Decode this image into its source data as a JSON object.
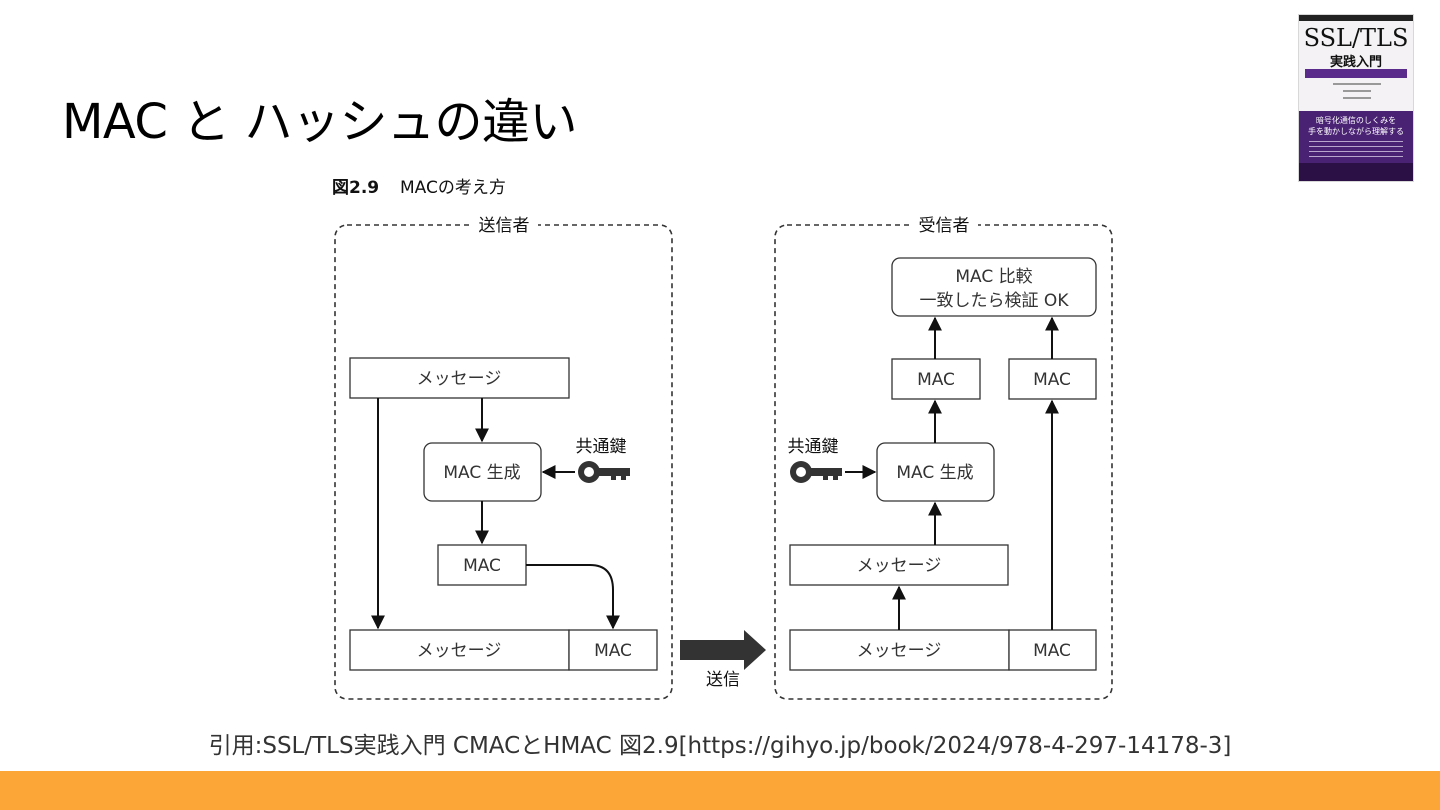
{
  "slide": {
    "title": "MAC と ハッシュの違い",
    "citation": "引用:SSL/TLS実践入門 CMACとHMAC 図2.9[https://gihyo.jp/book/2024/978-4-297-14178-3]"
  },
  "book_cover": {
    "title": "SSL/TLS",
    "subtitle": "実践入門",
    "tagline_1": "暗号化通信のしくみを",
    "tagline_2": "手を動かしながら理解する"
  },
  "figure": {
    "caption_num": "図2.9",
    "caption_text": "MACの考え方",
    "sender": {
      "label": "送信者",
      "message": "メッセージ",
      "mac_gen": "MAC 生成",
      "key": "共通鍵",
      "mac": "MAC",
      "out_message": "メッセージ",
      "out_mac": "MAC"
    },
    "transfer_label": "送信",
    "receiver": {
      "label": "受信者",
      "compare_line1": "MAC 比較",
      "compare_line2": "一致したら検証 OK",
      "mac_computed": "MAC",
      "mac_received": "MAC",
      "mac_gen": "MAC 生成",
      "key": "共通鍵",
      "message_copy": "メッセージ",
      "in_message": "メッセージ",
      "in_mac": "MAC"
    }
  },
  "colors": {
    "accent_bar": "#fba637",
    "book_purple": "#4a2274"
  }
}
